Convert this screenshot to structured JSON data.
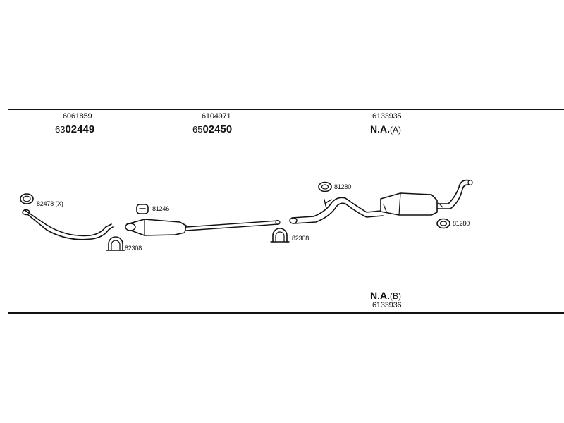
{
  "parts": {
    "front_pipe": {
      "ref": "6061859",
      "code_prefix": "63",
      "code_main": "02449",
      "clamp_label": "82478 (X)",
      "clip_label": "82308"
    },
    "middle_silencer": {
      "ref": "6104971",
      "code_prefix": "65",
      "code_main": "02450",
      "hanger_label": "81246",
      "clip_label": "82308"
    },
    "rear_silencer_a": {
      "ref": "6133935",
      "na_label": "N.A.",
      "na_suffix": "(A)",
      "hanger_left_label": "81280",
      "hanger_right_label": "81280"
    },
    "rear_silencer_b": {
      "ref": "6133936",
      "na_label": "N.A.",
      "na_suffix": "(B)"
    }
  },
  "colors": {
    "line": "#111111",
    "background": "#ffffff"
  },
  "icons": [
    "rubber-ring-icon",
    "exhaust-hanger-icon",
    "u-clamp-icon",
    "o-ring-icon"
  ]
}
